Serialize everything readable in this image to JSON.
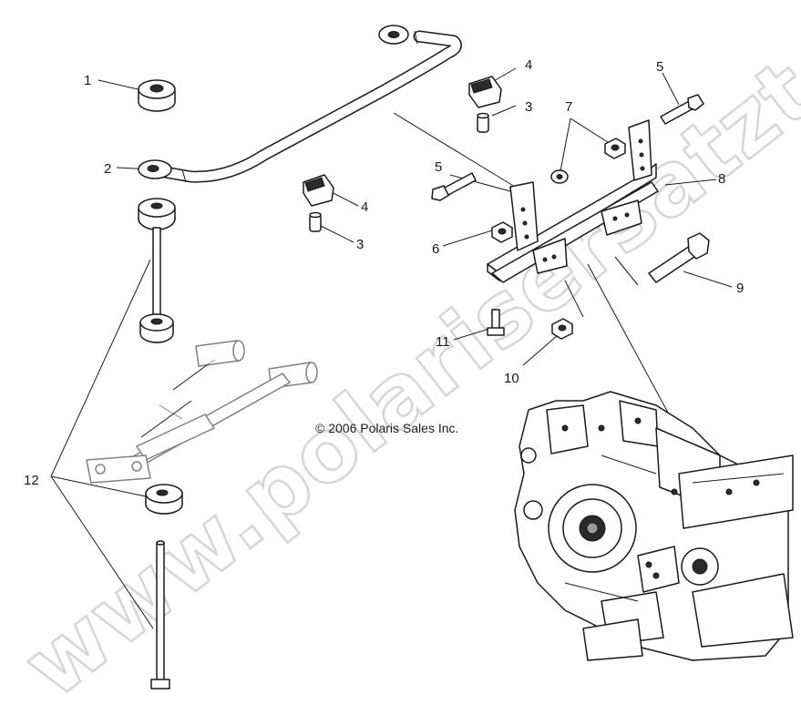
{
  "watermark": "www.polarisersatzteile.de",
  "copyright": "© 2006 Polaris Sales Inc.",
  "callouts": {
    "c1": "1",
    "c2": "2",
    "c3a": "3",
    "c3b": "3",
    "c4a": "4",
    "c4b": "4",
    "c5a": "5",
    "c5b": "5",
    "c6": "6",
    "c7": "7",
    "c8": "8",
    "c9": "9",
    "c10": "10",
    "c11": "11",
    "c12": "12"
  }
}
